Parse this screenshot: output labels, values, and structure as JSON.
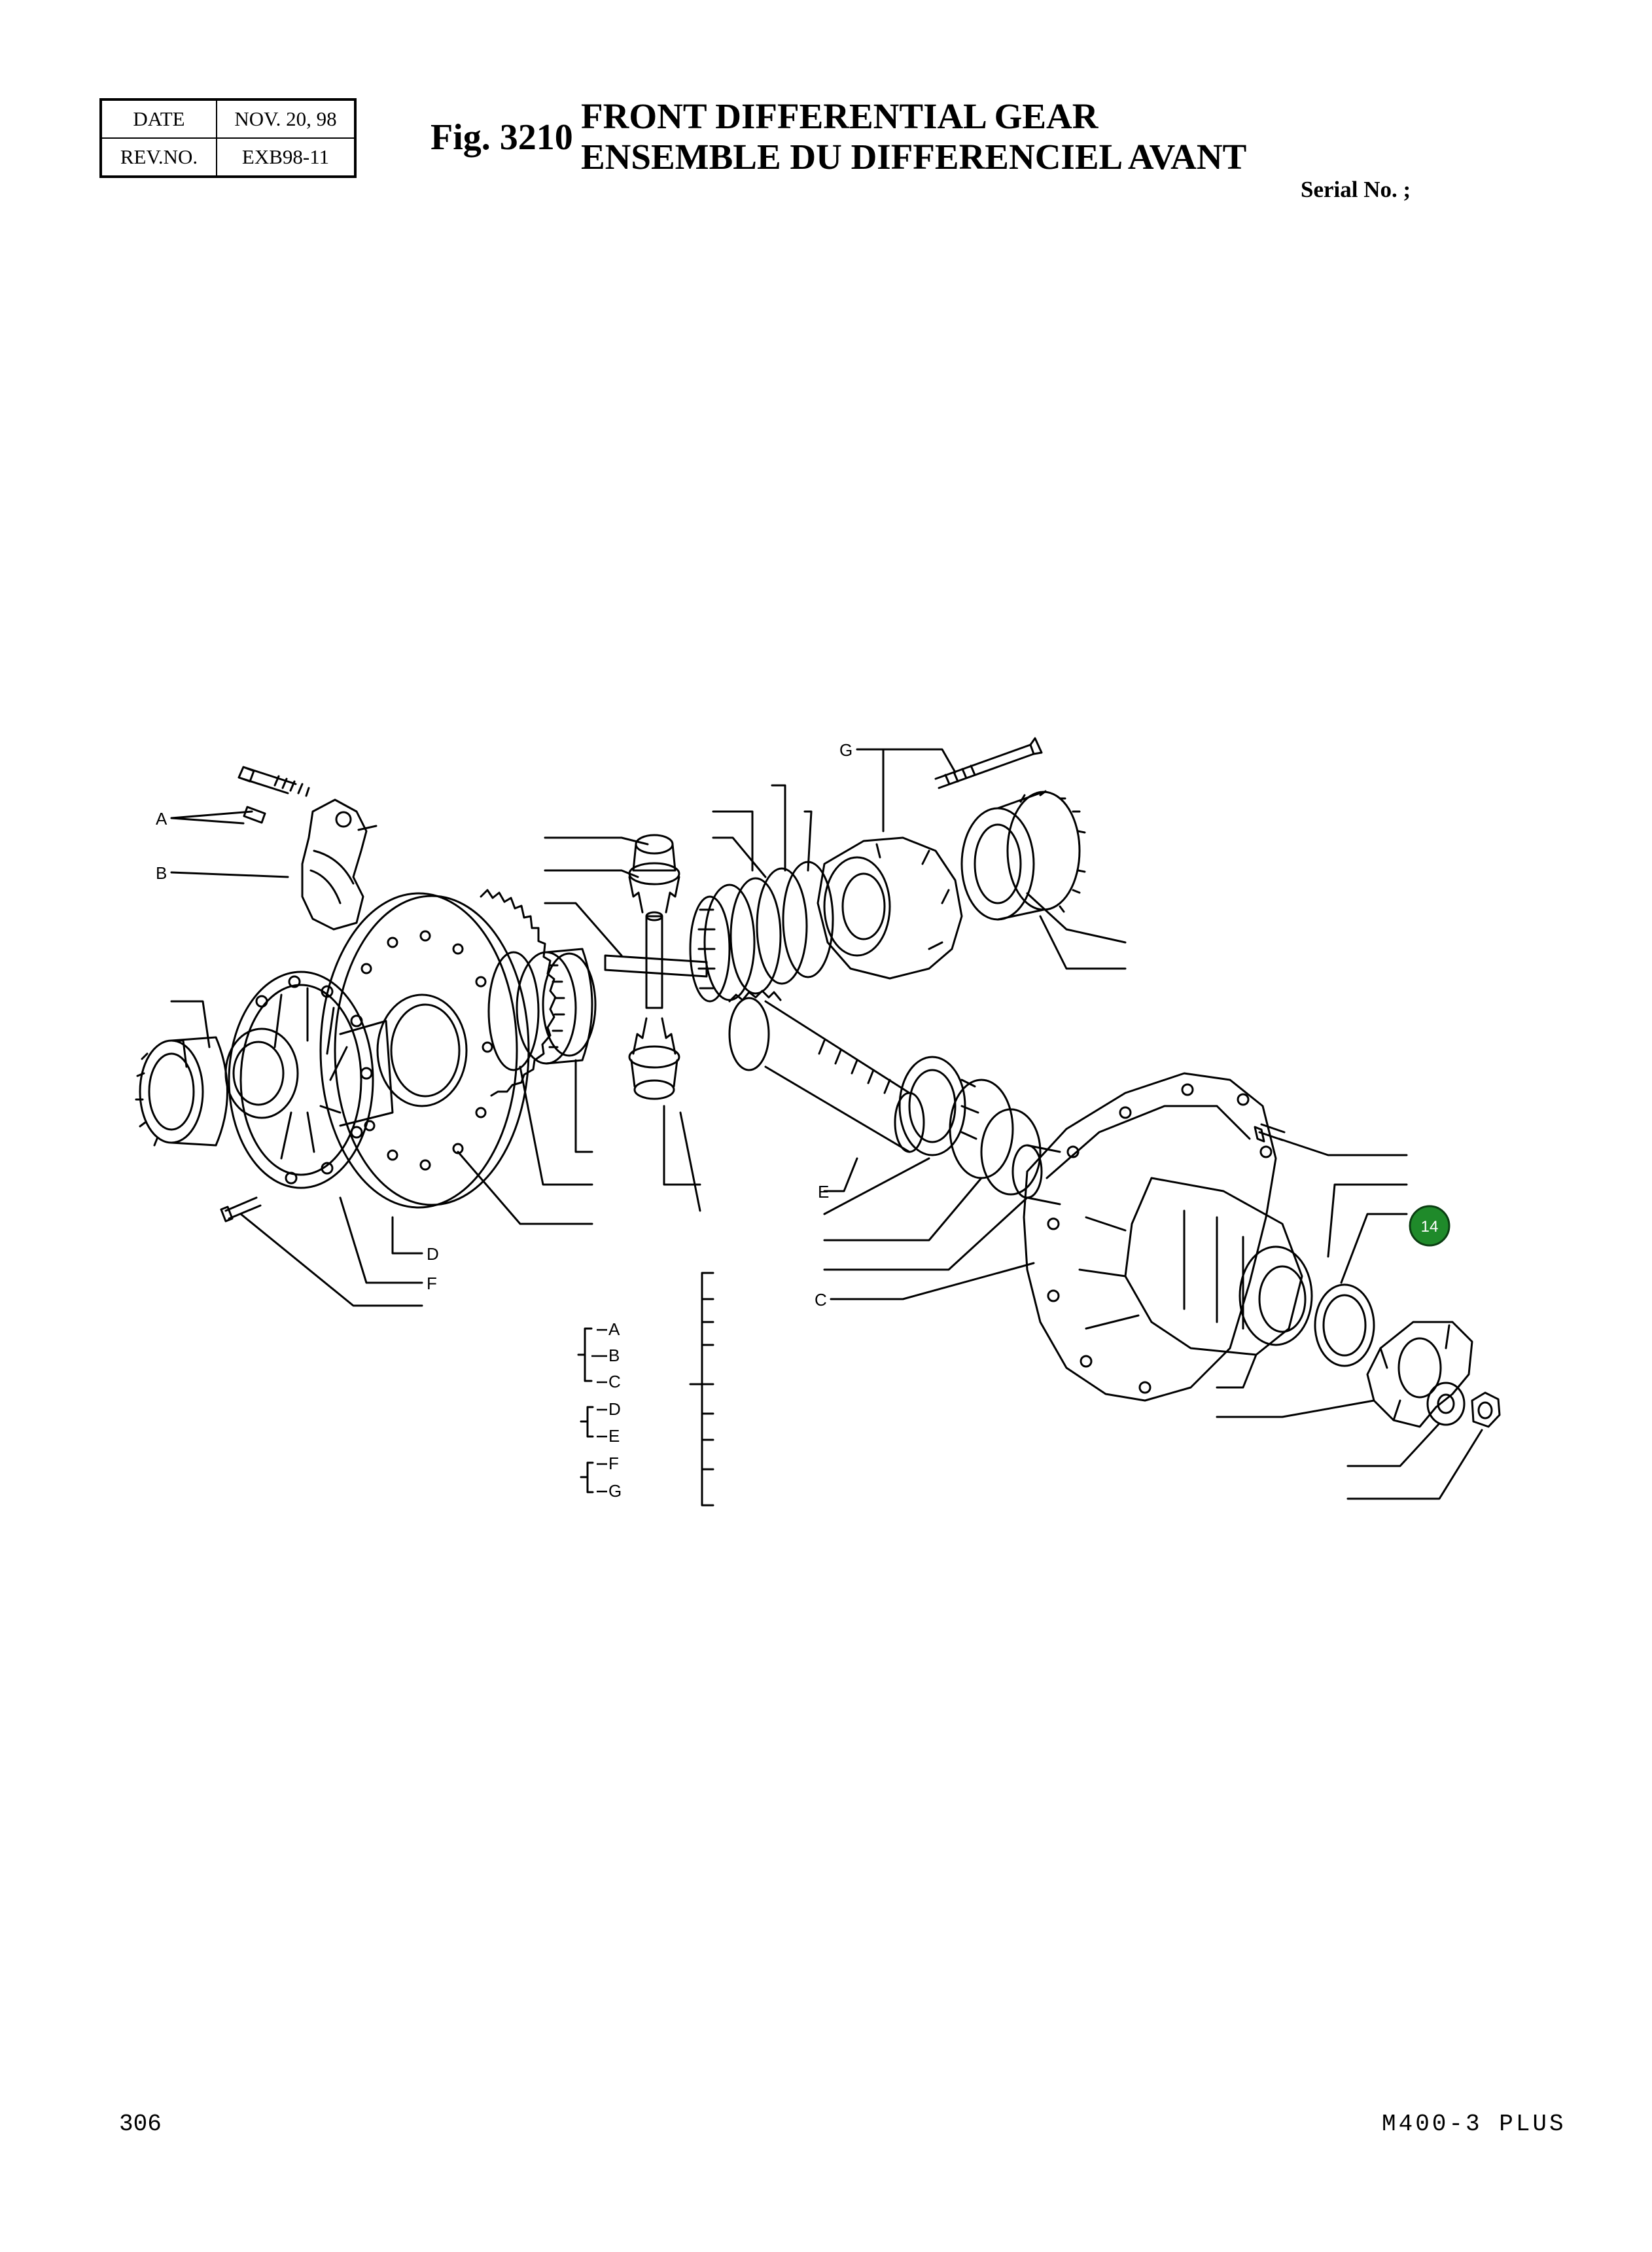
{
  "header": {
    "date_label": "DATE",
    "date_value": "NOV. 20, 98",
    "rev_label": "REV.NO.",
    "rev_value": "EXB98-11",
    "fig_number": "Fig. 3210",
    "title_en": "FRONT DIFFERENTIAL GEAR",
    "title_fr": "ENSEMBLE DU DIFFERENCIEL AVANT",
    "serial_label": "Serial No. ;"
  },
  "diagram": {
    "callout_letters": {
      "a": "A",
      "b": "B",
      "c": "C",
      "d": "D",
      "e": "E",
      "f": "F",
      "g": "G"
    },
    "legend": [
      "A",
      "B",
      "C",
      "D",
      "E",
      "F",
      "G"
    ],
    "hotspot": {
      "label": "14",
      "color": "#1f8a2a"
    }
  },
  "footer": {
    "page_number": "306",
    "model": "M400-3 PLUS"
  }
}
